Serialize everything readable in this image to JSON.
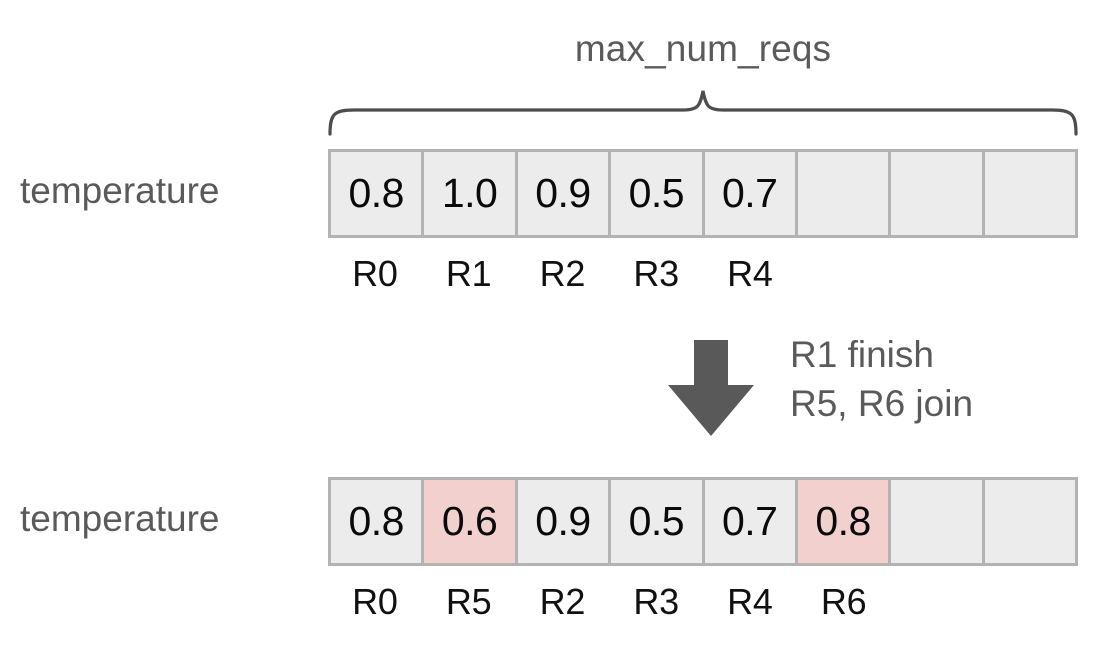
{
  "diagram": {
    "title": "max_num_reqs",
    "colors": {
      "text_gray": "#5a5a5a",
      "text_black": "#111111",
      "cell_fill": "#ececec",
      "cell_border": "#b3b3b3",
      "highlight_fill": "#f1d0cd",
      "arrow_fill": "#595959",
      "background": "#ffffff"
    },
    "brace": {
      "label": "max_num_reqs",
      "spans_columns": 8
    },
    "before": {
      "row_label": "temperature",
      "cells": [
        {
          "value": "0.8",
          "highlight": false,
          "empty": false
        },
        {
          "value": "1.0",
          "highlight": false,
          "empty": false
        },
        {
          "value": "0.9",
          "highlight": false,
          "empty": false
        },
        {
          "value": "0.5",
          "highlight": false,
          "empty": false
        },
        {
          "value": "0.7",
          "highlight": false,
          "empty": false
        },
        {
          "value": "",
          "highlight": false,
          "empty": true
        },
        {
          "value": "",
          "highlight": false,
          "empty": true
        },
        {
          "value": "",
          "highlight": false,
          "empty": true
        }
      ],
      "request_ids": [
        "R0",
        "R1",
        "R2",
        "R3",
        "R4",
        "",
        "",
        ""
      ]
    },
    "transition": {
      "arrow_direction": "down",
      "lines": [
        "R1 finish",
        "R5, R6 join"
      ]
    },
    "after": {
      "row_label": "temperature",
      "cells": [
        {
          "value": "0.8",
          "highlight": false,
          "empty": false
        },
        {
          "value": "0.6",
          "highlight": true,
          "empty": false
        },
        {
          "value": "0.9",
          "highlight": false,
          "empty": false
        },
        {
          "value": "0.5",
          "highlight": false,
          "empty": false
        },
        {
          "value": "0.7",
          "highlight": false,
          "empty": false
        },
        {
          "value": "0.8",
          "highlight": true,
          "empty": false
        },
        {
          "value": "",
          "highlight": false,
          "empty": true
        },
        {
          "value": "",
          "highlight": false,
          "empty": true
        }
      ],
      "request_ids": [
        "R0",
        "R5",
        "R2",
        "R3",
        "R4",
        "R6",
        "",
        ""
      ]
    }
  }
}
